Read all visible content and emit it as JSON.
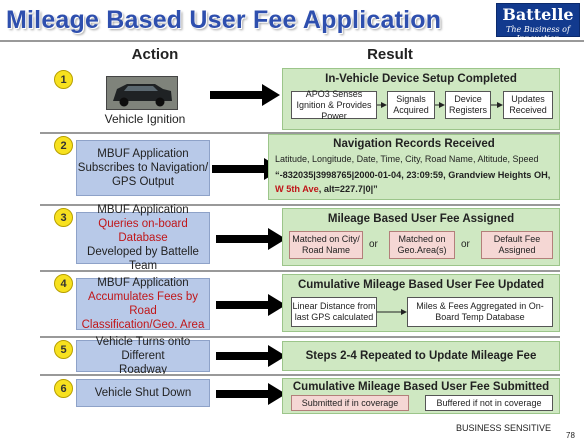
{
  "title": "Mileage Based User Fee Application",
  "logo": {
    "name": "Battelle",
    "tagline": "The Business of Innovation"
  },
  "headers": {
    "action": "Action",
    "result": "Result"
  },
  "steps": [
    {
      "num": "1",
      "action_caption": "Vehicle Ignition",
      "result_title": "In-Vehicle Device Setup Completed",
      "flow": [
        "APO3  Senses Ignition & Provides Power",
        "Signals Acquired",
        "Device Registers",
        "Updates Received"
      ]
    },
    {
      "num": "2",
      "action_lines": [
        "MBUF Application",
        "Subscribes to Navigation/",
        "GPS Output"
      ],
      "result_title": "Navigation Records Received",
      "fields": "Latitude, Longitude, Date, Time, City, Road Name, Altitude, Speed",
      "record_line1": "“-832035|3998765|2000-01-04, 23:09:59, Grandview Heights OH,",
      "record_red": "W 5th Ave",
      "record_tail": ", alt=227.7|0|”"
    },
    {
      "num": "3",
      "action_lines": [
        "MBUF Application",
        "Queries on-board Database",
        "Developed by Battelle Team"
      ],
      "result_title": "Mileage Based User Fee Assigned",
      "boxes": [
        "Matched on City/ Road Name",
        "Matched on Geo.Area(s)",
        "Default Fee Assigned"
      ],
      "or": "or"
    },
    {
      "num": "4",
      "action_lines": [
        "MBUF Application",
        "Accumulates Fees by Road",
        "Classification/Geo. Area"
      ],
      "result_title": "Cumulative Mileage Based User Fee Updated",
      "boxes": [
        "Linear Distance from last GPS calculated",
        "Miles & Fees Aggregated in On-Board Temp Database"
      ]
    },
    {
      "num": "5",
      "action_lines": [
        "Vehicle Turns onto Different",
        "Roadway"
      ],
      "result_title": "Steps 2-4 Repeated to Update Mileage Fee"
    },
    {
      "num": "6",
      "action_lines": [
        "Vehicle Shut Down"
      ],
      "result_title": "Cumulative Mileage Based User Fee Submitted",
      "boxes": [
        "Submitted if in coverage",
        "Buffered if not in coverage"
      ]
    }
  ],
  "footer": {
    "label": "BUSINESS SENSITIVE",
    "page": "78"
  }
}
